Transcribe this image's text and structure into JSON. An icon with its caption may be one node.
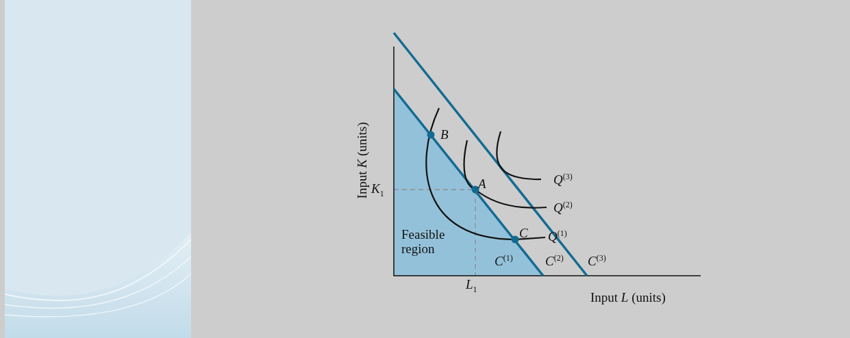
{
  "diagram": {
    "labels": [
      "Input *K* (units)",
      "*K*$_{1}$",
      "*L*$_{1}$",
      "Input *L* (units)",
      "*B*",
      "*A*",
      "*C*",
      "*Q*$^{(3)}$",
      "*Q*$^{(2)}$",
      "*Q*$^{(1)}$",
      "Feasible region",
      "*C*$^{(1)}$",
      "*C*$^{(2)}$",
      "*C*$^{(3)}$"
    ]
  }
}
